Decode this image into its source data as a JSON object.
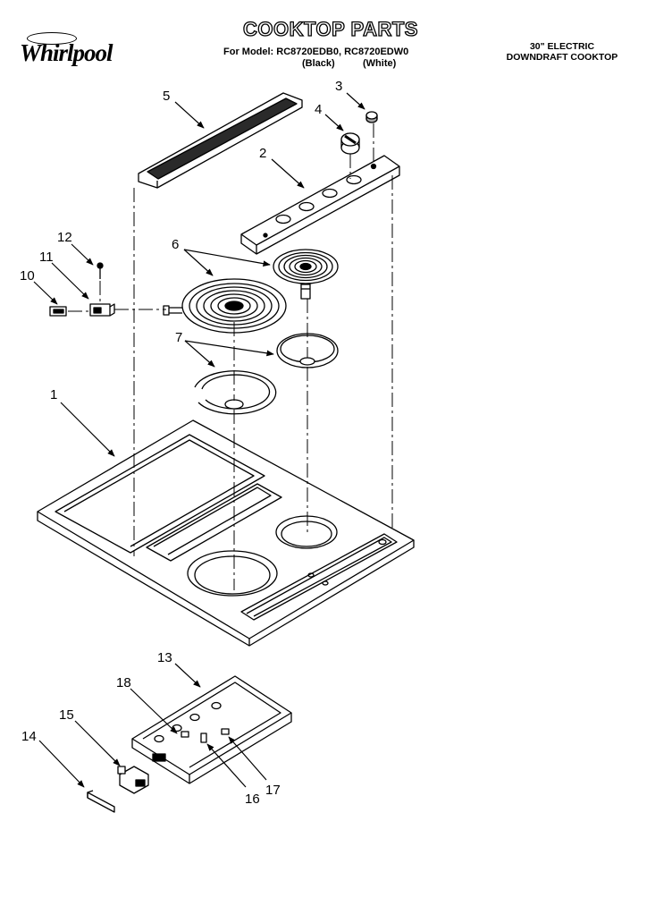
{
  "header": {
    "brand": "Whirlpool",
    "title": "COOKTOP PARTS",
    "model_prefix": "For Model:",
    "models": "RC8720EDB0, RC8720EDW0",
    "variant_black": "(Black)",
    "variant_white": "(White)",
    "product_line1": "30\" ELECTRIC",
    "product_line2": "DOWNDRAFT COOKTOP"
  },
  "callouts": {
    "c1": "1",
    "c2": "2",
    "c3": "3",
    "c4": "4",
    "c5": "5",
    "c6": "6",
    "c7": "7",
    "c10": "10",
    "c11": "11",
    "c12": "12",
    "c13": "13",
    "c14": "14",
    "c15": "15",
    "c16": "16",
    "c17": "17",
    "c18": "18"
  }
}
